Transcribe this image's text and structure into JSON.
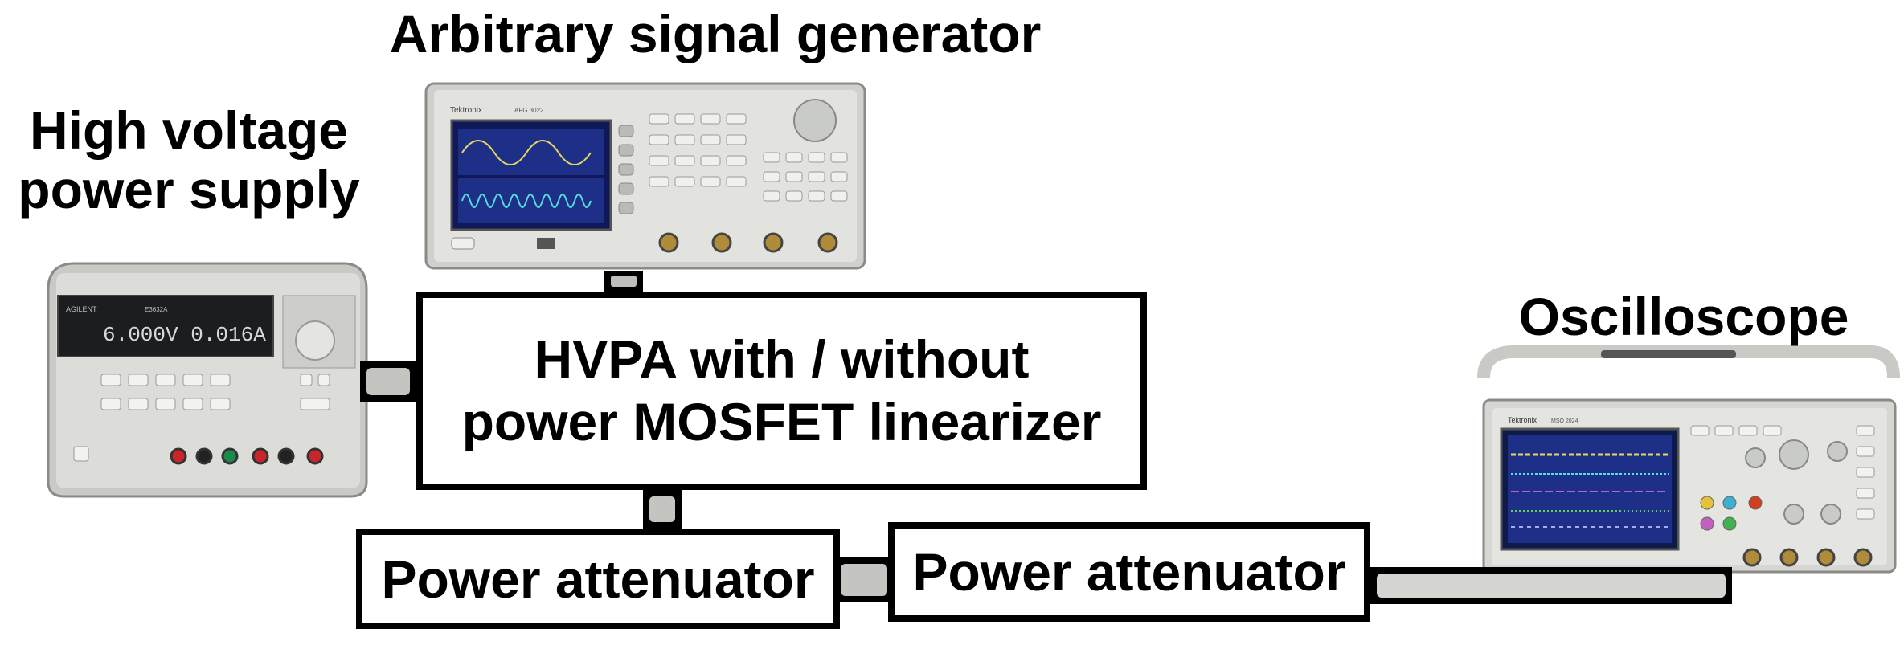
{
  "titles": {
    "signal_generator": "Arbitrary signal generator",
    "power_supply_line1": "High voltage",
    "power_supply_line2": "power supply",
    "oscilloscope": "Oscilloscope"
  },
  "blocks": {
    "hvpa_line1": "HVPA with / without",
    "hvpa_line2": "power MOSFET linearizer",
    "attenuator_1": "Power attenuator",
    "attenuator_2": "Power attenuator"
  },
  "instruments": {
    "signal_generator_brand": "Tektronix",
    "signal_generator_model": "AFG 3022",
    "power_supply_brand": "AGILENT",
    "power_supply_model": "E3632A",
    "power_supply_display": "6.000V  0.016A",
    "oscilloscope_brand": "Tektronix",
    "oscilloscope_model": "MSO 2024"
  },
  "colors": {
    "line": "#000000",
    "instrument_body": "#d9dad6",
    "screen_blue": "#1d2f86",
    "display_dark": "#1b1d1f",
    "display_text": "#d8d8d8"
  }
}
